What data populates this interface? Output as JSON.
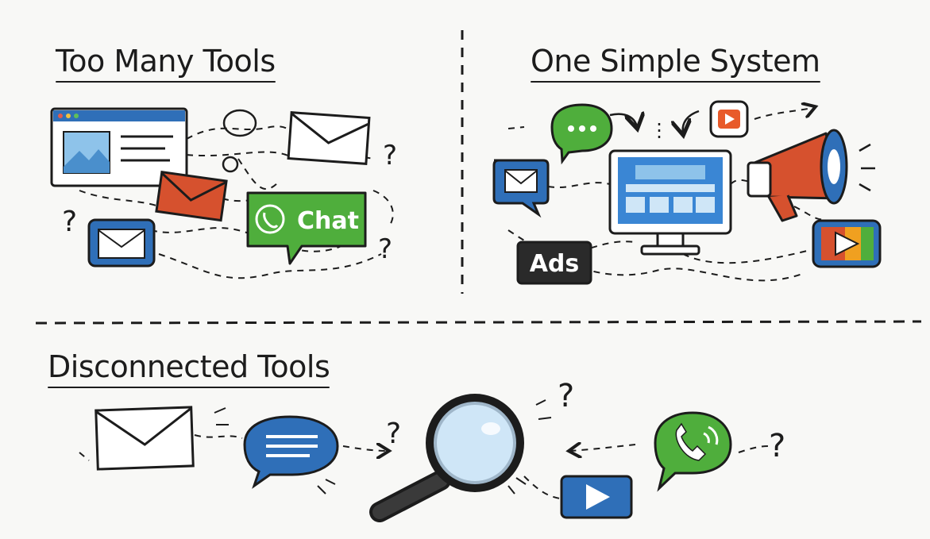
{
  "panels": {
    "too_many": {
      "title": "Too Many Tools",
      "chat_label": "Chat"
    },
    "simple": {
      "title": "One Simple System",
      "ads_label": "Ads"
    },
    "disconnected": {
      "title": "Disconnected Tools"
    }
  },
  "question_mark": "?",
  "colors": {
    "ink": "#1c1c1c",
    "blue": "#2f6fb8",
    "light_blue": "#8ec3ea",
    "green": "#4fae3c",
    "red": "#d6512e",
    "orange": "#f0a020",
    "background": "#f8f8f6"
  }
}
